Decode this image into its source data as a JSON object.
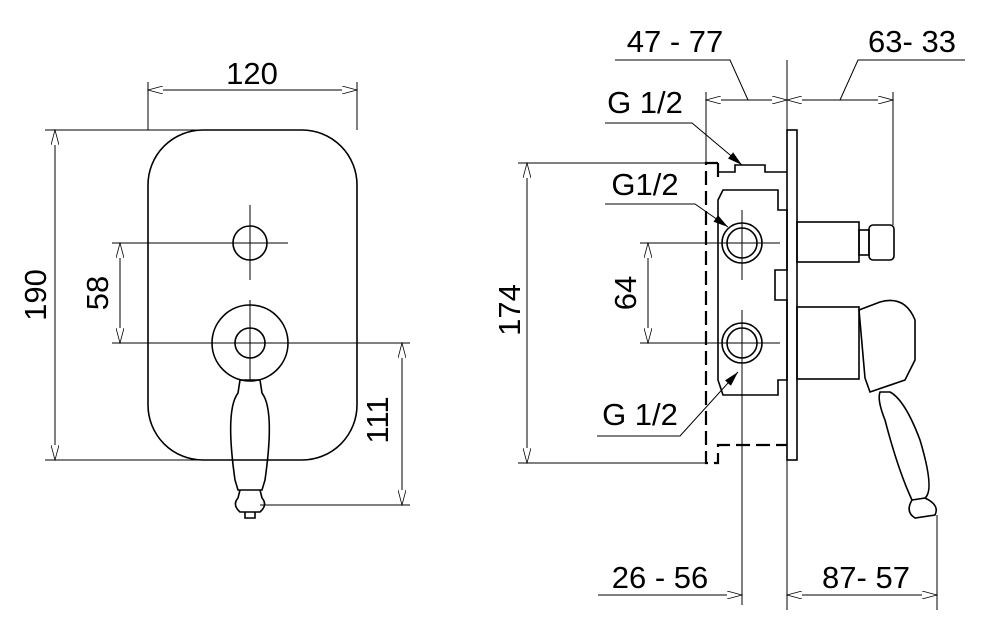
{
  "front_view": {
    "width_dim": "120",
    "height_dim": "190",
    "spacing_dim": "58",
    "lever_dim": "111"
  },
  "side_view": {
    "depth_top_left": "47 - 77",
    "depth_top_right": "63- 33",
    "height_dim": "174",
    "spacing_dim": "64",
    "depth_bottom_left": "26 - 56",
    "depth_bottom_right": "87- 57",
    "connection_top": "G 1/2",
    "connection_upper": "G1/2",
    "connection_lower": "G 1/2"
  }
}
